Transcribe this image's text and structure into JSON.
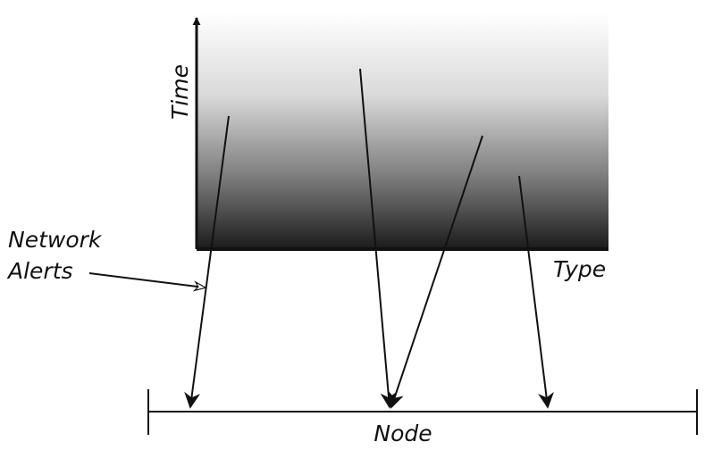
{
  "labels": {
    "time": "Time",
    "type": "Type",
    "network_alerts_line1": "Network",
    "network_alerts_line2": "Alerts",
    "node": "Node"
  },
  "colors": {
    "ink": "#111111",
    "gradient_top": "#ffffff",
    "gradient_bottom": "#1a1a1a",
    "background": "#ffffff"
  }
}
